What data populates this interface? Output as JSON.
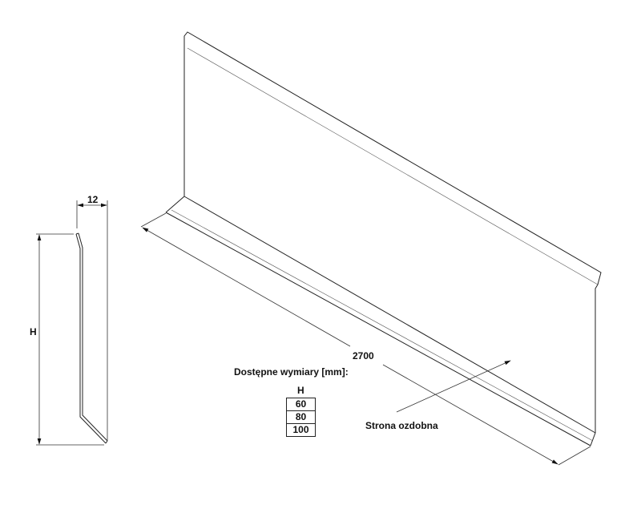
{
  "profile": {
    "height_label": "H",
    "width_label": "12"
  },
  "length_label": "2700",
  "decorative_side_label": "Strona ozdobna",
  "sizes_table": {
    "title": "Dostępne wymiary [mm]:",
    "header": "H",
    "rows": [
      "60",
      "80",
      "100"
    ]
  }
}
